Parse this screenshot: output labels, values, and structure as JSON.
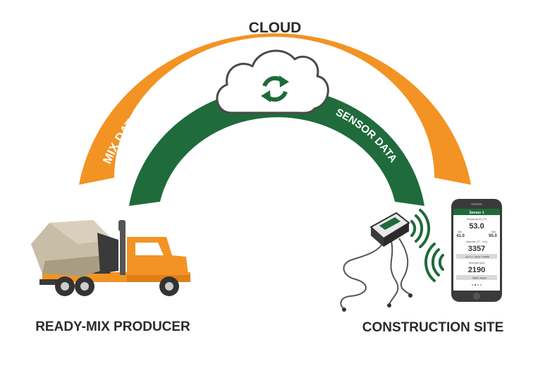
{
  "labels": {
    "cloud": "CLOUD",
    "producer": "READY-MIX PRODUCER",
    "site": "CONSTRUCTION SITE",
    "mix_data": "MIX DATA",
    "sensor_data": "SENSOR DATA"
  },
  "phone": {
    "screen_title": "Sensor 1",
    "temperature_label": "Temperature (°F)",
    "temperature_value": "53.0",
    "min_label": "Min",
    "min_value": "41.0",
    "max_label": "Max",
    "max_value": "95.0",
    "maturity_label": "Maturity (°F · hrs)",
    "maturity_value": "3357",
    "date_button": "Oct 17, 2018 7:00PM",
    "strength_label": "Strength (psi)",
    "strength_value": "2190",
    "alarm_button": "4000+ Alarm"
  },
  "colors": {
    "orange": "#f39323",
    "green": "#1f6b3b",
    "cloud_fill": "#ffffff",
    "cloud_stroke": "#4a4a4a",
    "truck_orange": "#f39323",
    "drum": "#c8bda6",
    "phone_body": "#3a3a3a",
    "label_dark": "#2b2b2b"
  },
  "icons": [
    "sync-icon",
    "cloud-icon",
    "wifi-waves-icon"
  ]
}
